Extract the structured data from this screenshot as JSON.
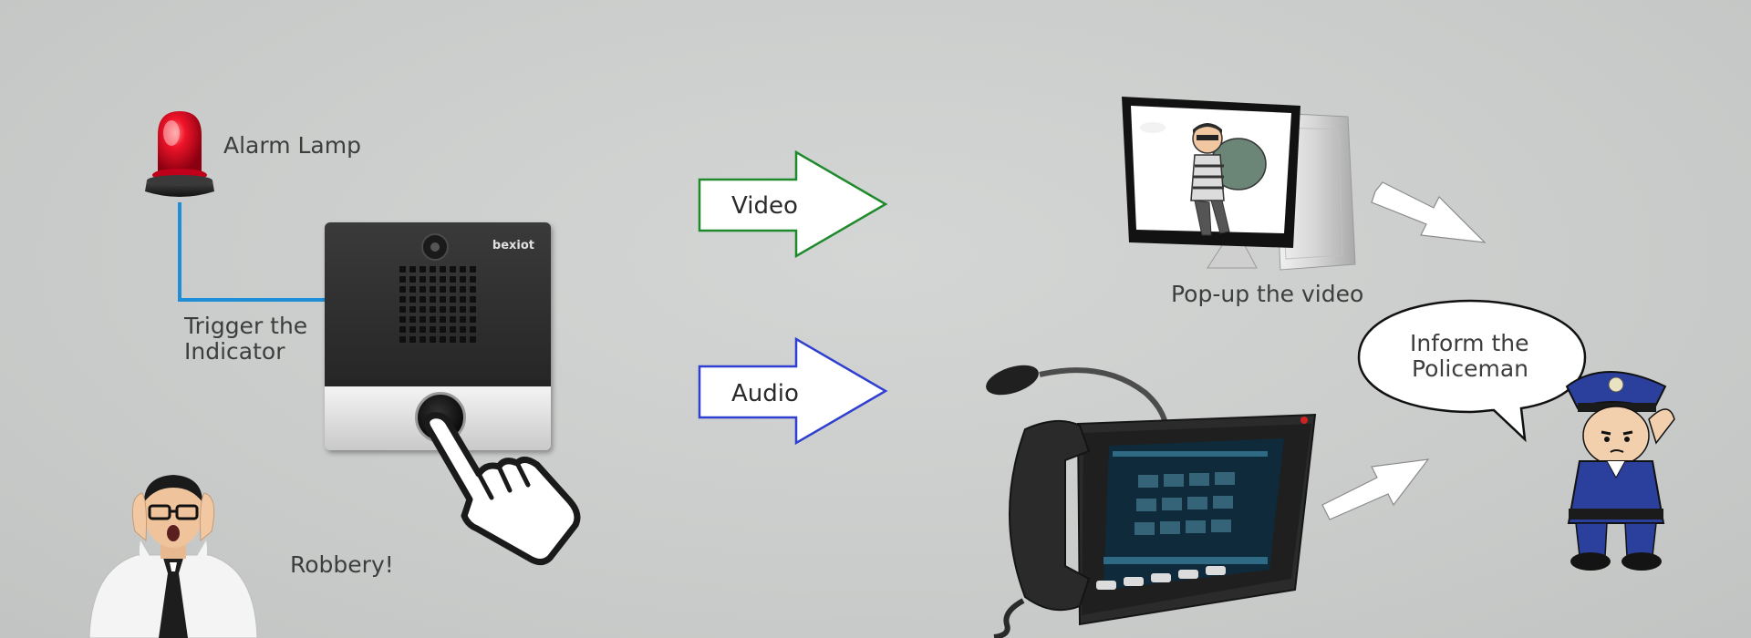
{
  "labels": {
    "alarm_lamp": "Alarm Lamp",
    "trigger_line1": "Trigger the",
    "trigger_line2": "Indicator",
    "robbery": "Robbery!",
    "video": "Video",
    "audio": "Audio",
    "popup": "Pop-up the video",
    "inform_line1": "Inform the",
    "inform_line2": "Policeman"
  },
  "device": {
    "brand": "bexiot"
  },
  "colors": {
    "video_arrow": "#1f8a2c",
    "audio_arrow": "#2f3fd0",
    "wire": "#1e8fd6"
  }
}
